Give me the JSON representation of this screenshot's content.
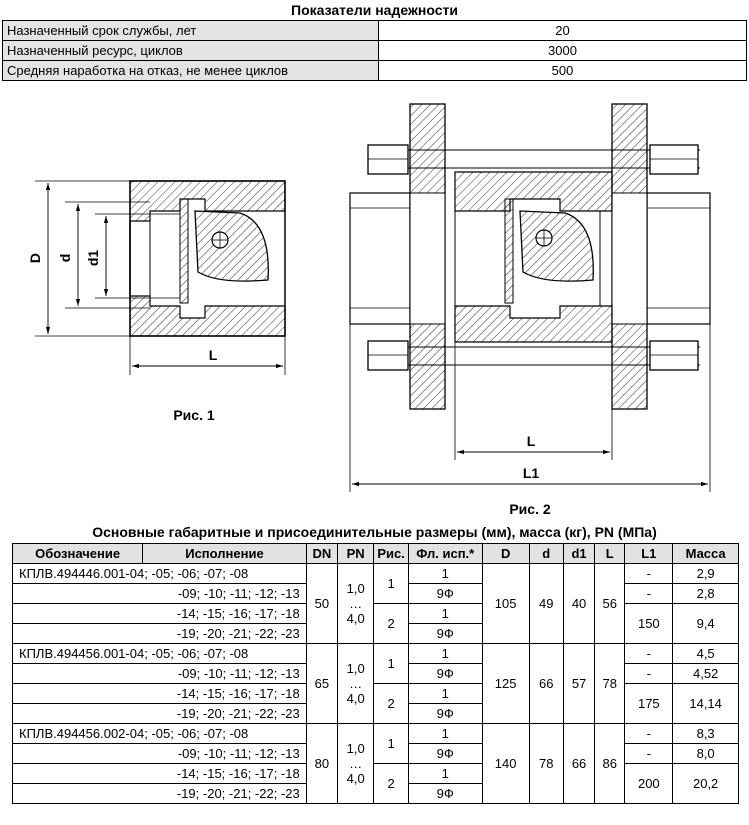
{
  "reliability": {
    "title": "Показатели надежности",
    "rows": [
      {
        "label": "Назначенный срок службы, лет",
        "value": "20"
      },
      {
        "label": "Назначенный ресурс, циклов",
        "value": "3000"
      },
      {
        "label": "Средняя наработка на отказ, не менее циклов",
        "value": "500"
      }
    ]
  },
  "drawing": {
    "fig1_caption": "Рис. 1",
    "fig2_caption": "Рис. 2",
    "dim_D": "D",
    "dim_d": "d",
    "dim_d1": "d1",
    "dim_L": "L",
    "dim_L1": "L1"
  },
  "dimensions_table": {
    "title": "Основные габаритные и присоединительные размеры (мм), масса (кг), PN (МПа)",
    "headers": [
      "Обозначение",
      "Исполнение",
      "DN",
      "PN",
      "Рис.",
      "Фл. исп.*",
      "D",
      "d",
      "d1",
      "L",
      "L1",
      "Масса"
    ],
    "pn_top": "1,0",
    "pn_mid": "…",
    "pn_bottom": "4,0",
    "groups": [
      {
        "designation": "КПЛВ.494446.001-04; -05; -06; -07; -08",
        "variants": [
          "-09; -10; -11; -12; -13",
          "-14; -15; -16; -17; -18",
          "-19; -20; -21; -22; -23"
        ],
        "dn": "50",
        "fig_a": "1",
        "fig_b": "2",
        "flange": [
          "1",
          "9Ф",
          "1",
          "9Ф"
        ],
        "D": "105",
        "d": "49",
        "d1": "40",
        "L": "56",
        "L1": [
          "-",
          "-",
          "150"
        ],
        "mass": [
          "2,9",
          "2,8",
          "9,4"
        ]
      },
      {
        "designation": "КПЛВ.494456.001-04; -05; -06; -07; -08",
        "variants": [
          "-09; -10; -11; -12; -13",
          "-14; -15; -16; -17; -18",
          "-19; -20; -21; -22; -23"
        ],
        "dn": "65",
        "fig_a": "1",
        "fig_b": "2",
        "flange": [
          "1",
          "9Ф",
          "1",
          "9Ф"
        ],
        "D": "125",
        "d": "66",
        "d1": "57",
        "L": "78",
        "L1": [
          "-",
          "-",
          "175"
        ],
        "mass": [
          "4,5",
          "4,52",
          "14,14"
        ]
      },
      {
        "designation": "КПЛВ.494456.002-04; -05; -06; -07; -08",
        "variants": [
          "-09; -10; -11; -12; -13",
          "-14; -15; -16; -17; -18",
          "-19; -20; -21; -22; -23"
        ],
        "dn": "80",
        "fig_a": "1",
        "fig_b": "2",
        "flange": [
          "1",
          "9Ф",
          "1",
          "9Ф"
        ],
        "D": "140",
        "d": "78",
        "d1": "66",
        "L": "86",
        "L1": [
          "-",
          "-",
          "200"
        ],
        "mass": [
          "8,3",
          "8,0",
          "20,2"
        ]
      }
    ]
  }
}
